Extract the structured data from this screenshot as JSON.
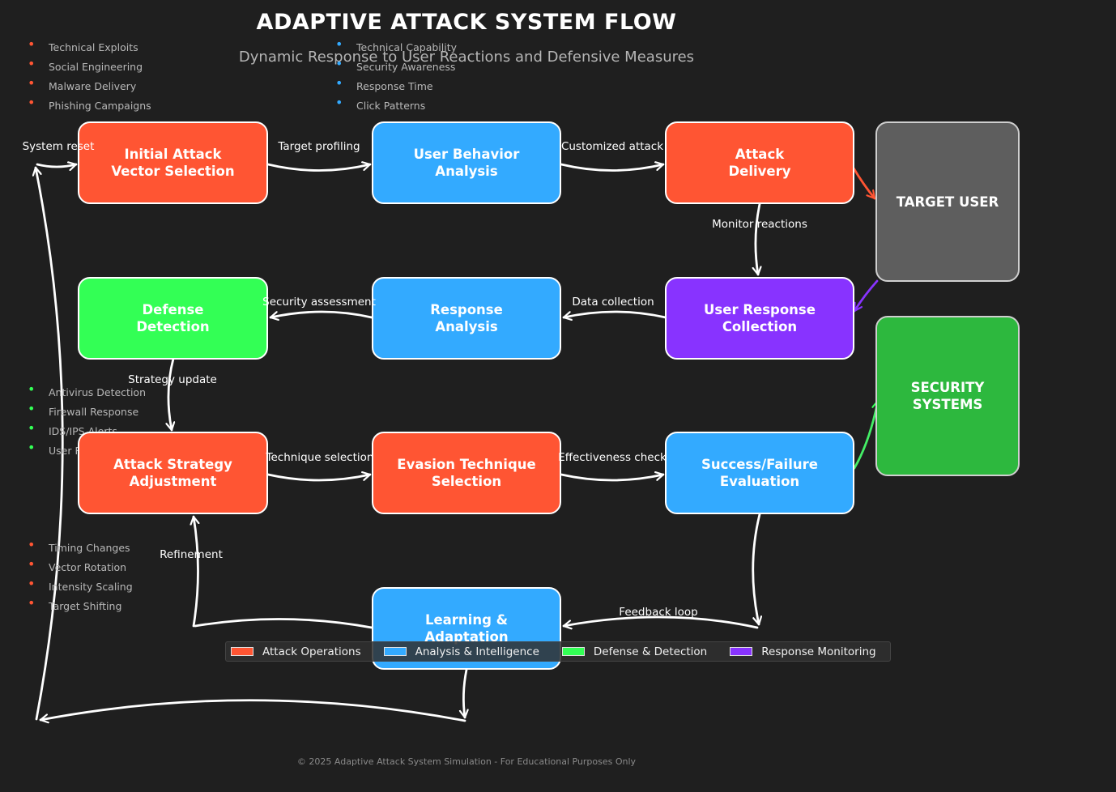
{
  "header": {
    "title": "ADAPTIVE ATTACK SYSTEM FLOW",
    "subtitle": "Dynamic Response to User Reactions and Defensive Measures"
  },
  "colors": {
    "attack": "#ff5533",
    "analysis": "#33aaff",
    "defense": "#33ff55",
    "response": "#8833ff",
    "target_user": "#5e5e5e",
    "security_systems": "#2db83e",
    "background": "#1f1f1f"
  },
  "nodes": [
    {
      "label": "Initial Attack\nVector Selection",
      "category": "attack"
    },
    {
      "label": "User Behavior\nAnalysis",
      "category": "analysis"
    },
    {
      "label": "Attack\nDelivery",
      "category": "attack"
    },
    {
      "label": "Defense\nDetection",
      "category": "defense"
    },
    {
      "label": "Response\nAnalysis",
      "category": "analysis"
    },
    {
      "label": "User Response\nCollection",
      "category": "response"
    },
    {
      "label": "Attack Strategy\nAdjustment",
      "category": "attack"
    },
    {
      "label": "Evasion Technique\nSelection",
      "category": "attack"
    },
    {
      "label": "Success/Failure\nEvaluation",
      "category": "analysis"
    },
    {
      "label": "Learning &\nAdaptation",
      "category": "analysis"
    }
  ],
  "external_entities": [
    {
      "label": "TARGET USER"
    },
    {
      "label": "SECURITY\nSYSTEMS"
    }
  ],
  "edges": [
    {
      "label": "Target profiling",
      "from": "Initial Attack Vector Selection",
      "to": "User Behavior Analysis"
    },
    {
      "label": "Customized attack",
      "from": "User Behavior Analysis",
      "to": "Attack Delivery"
    },
    {
      "label": "Monitor reactions",
      "from": "Attack Delivery",
      "to": "User Response Collection"
    },
    {
      "label": "Data collection",
      "from": "User Response Collection",
      "to": "Response Analysis"
    },
    {
      "label": "Security assessment",
      "from": "Response Analysis",
      "to": "Defense Detection"
    },
    {
      "label": "Strategy update",
      "from": "Defense Detection",
      "to": "Attack Strategy Adjustment"
    },
    {
      "label": "Technique selection",
      "from": "Attack Strategy Adjustment",
      "to": "Evasion Technique Selection"
    },
    {
      "label": "Effectiveness check",
      "from": "Evasion Technique Selection",
      "to": "Success/Failure Evaluation"
    },
    {
      "label": "Feedback loop",
      "from": "Success/Failure Evaluation",
      "to": "Learning & Adaptation"
    },
    {
      "label": "Refinement",
      "from": "Learning & Adaptation",
      "to": "Attack Strategy Adjustment"
    },
    {
      "label": "System reset",
      "from": "Learning & Adaptation",
      "to": "Initial Attack Vector Selection"
    }
  ],
  "bullet_lists": [
    {
      "category": "attack",
      "items": [
        "Technical Exploits",
        "Social Engineering",
        "Malware Delivery",
        "Phishing Campaigns"
      ]
    },
    {
      "category": "analysis",
      "items": [
        "Technical Capability",
        "Security Awareness",
        "Response Time",
        "Click Patterns"
      ]
    },
    {
      "category": "defense",
      "items": [
        "Antivirus Detection",
        "Firewall Response",
        "IDS/IPS Alerts",
        "User Reporting"
      ]
    },
    {
      "category": "attack",
      "items": [
        "Timing Changes",
        "Vector Rotation",
        "Intensity Scaling",
        "Target Shifting"
      ]
    }
  ],
  "legend": {
    "items": [
      {
        "label": "Attack Operations",
        "category": "attack"
      },
      {
        "label": "Analysis & Intelligence",
        "category": "analysis"
      },
      {
        "label": "Defense & Detection",
        "category": "defense"
      },
      {
        "label": "Response Monitoring",
        "category": "response"
      }
    ]
  },
  "footer": "© 2025 Adaptive Attack System Simulation - For Educational Purposes Only"
}
